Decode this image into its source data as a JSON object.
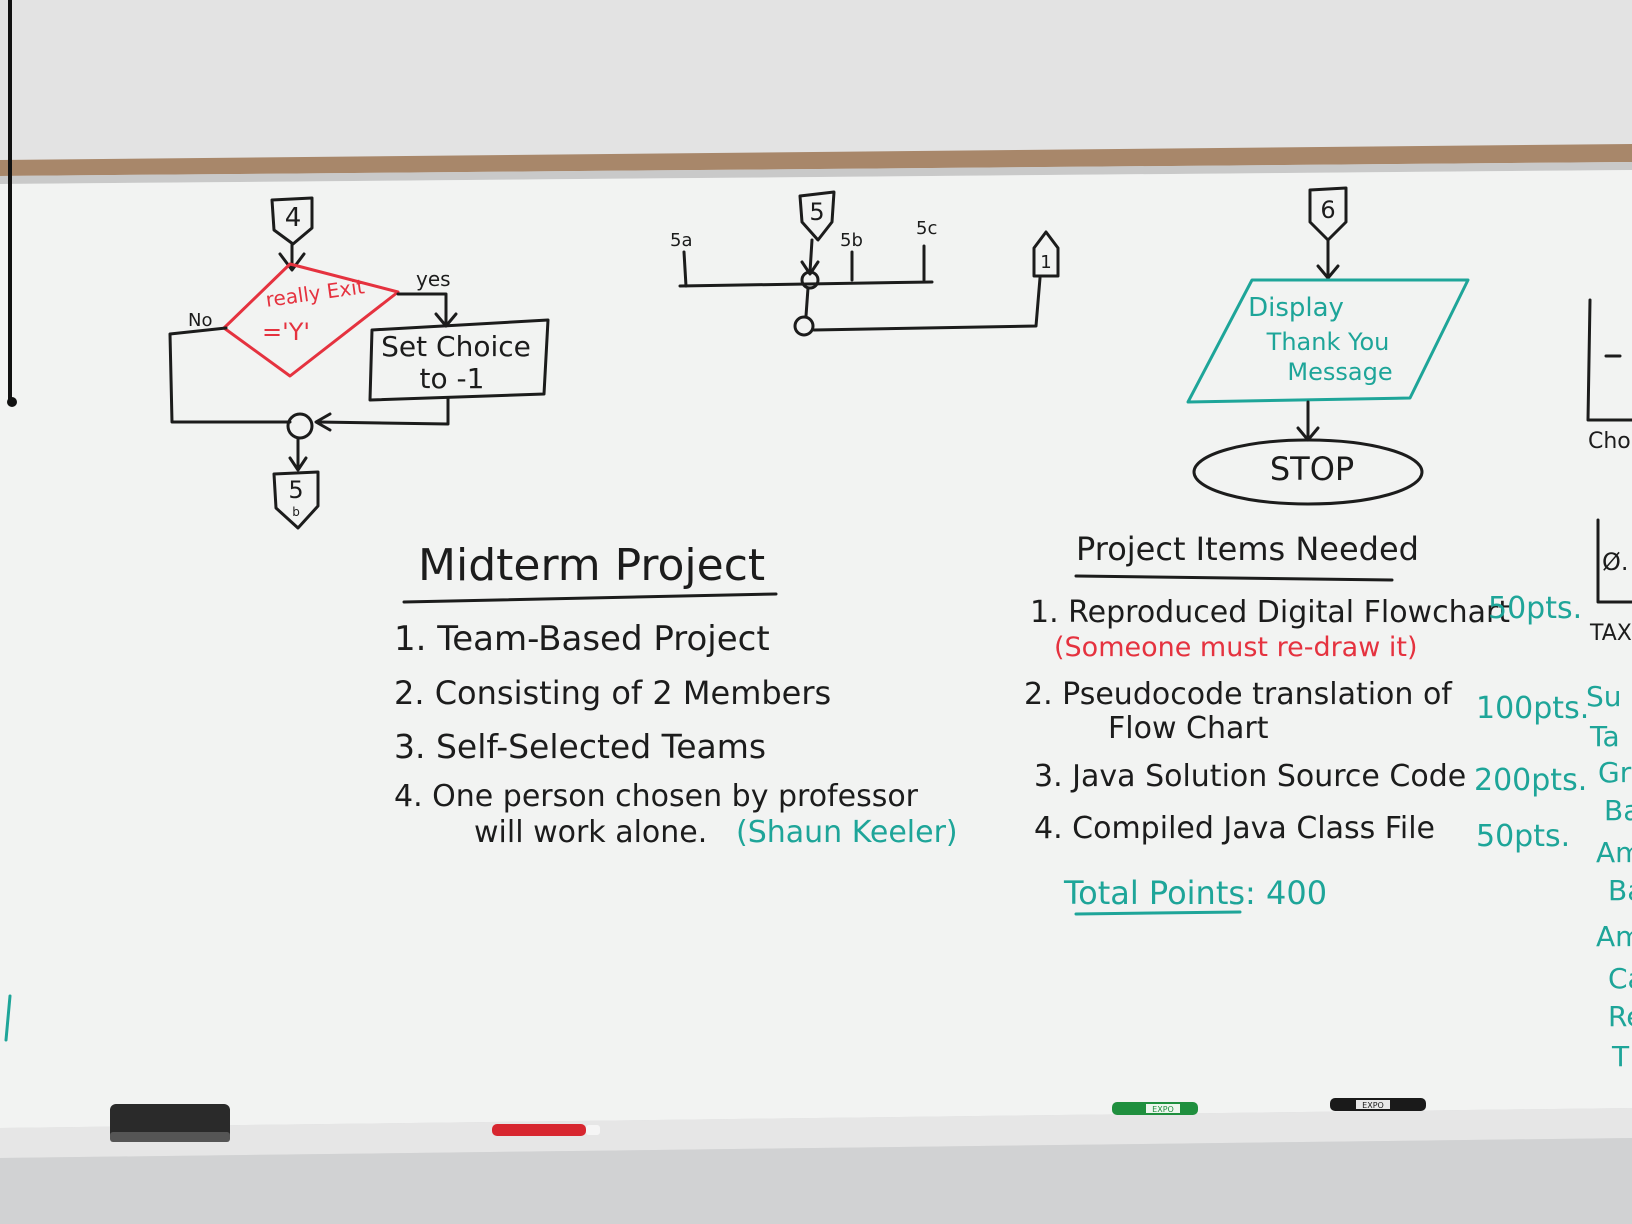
{
  "colors": {
    "black": "#1c1c1c",
    "red": "#e5323f",
    "teal": "#1ea599",
    "board": "#f1f2f1",
    "wall": "#dcdcdc",
    "frame": "#a8876a"
  },
  "flowchart_left": {
    "connector_top": "4",
    "decision_line1": "really Exit",
    "decision_line2": "='Y'",
    "branch_no": "No",
    "branch_yes": "yes",
    "process_line1": "Set Choice",
    "process_line2": "to -1",
    "connector_bottom": "5",
    "connector_bottom_sub": "b"
  },
  "flowchart_middle": {
    "connector_top": "5",
    "label_5a": "5a",
    "label_5b": "5b",
    "label_5c": "5c",
    "connector_return": "1"
  },
  "flowchart_right": {
    "connector_top": "6",
    "io_line1": "Display",
    "io_line2": "Thank You",
    "io_line3": "Message",
    "terminal": "STOP"
  },
  "midterm": {
    "title": "Midterm Project",
    "items": [
      "1. Team-Based Project",
      "2. Consisting of 2 Members",
      "3. Self-Selected Teams",
      "4. One person chosen by professor"
    ],
    "item4_cont": "will work alone.",
    "item4_note": "(Shaun Keeler)"
  },
  "project_items": {
    "title": "Project Items Needed",
    "item1": "1. Reproduced Digital Flowchart",
    "item1_pts": "50pts.",
    "item1_note": "(Someone must re-draw it)",
    "item2": "2. Pseudocode translation of",
    "item2_cont": "Flow Chart",
    "item2_pts": "100pts.",
    "item3": "3. Java Solution Source Code",
    "item3_pts": "200pts.",
    "item4": "4. Compiled Java Class File",
    "item4_pts": "50pts.",
    "total": "Total Points: 400"
  },
  "right_edge": {
    "cho": "Cho",
    "tax": "TAX",
    "phi": "Ø.",
    "fragments": [
      "Su",
      "Ta",
      "Gr",
      "Ba",
      "Am",
      "Ba",
      "Am",
      "Ca",
      "Re",
      "T"
    ]
  },
  "tray": {
    "marker_red": "",
    "marker_green": "EXPO",
    "marker_black": "EXPO"
  }
}
